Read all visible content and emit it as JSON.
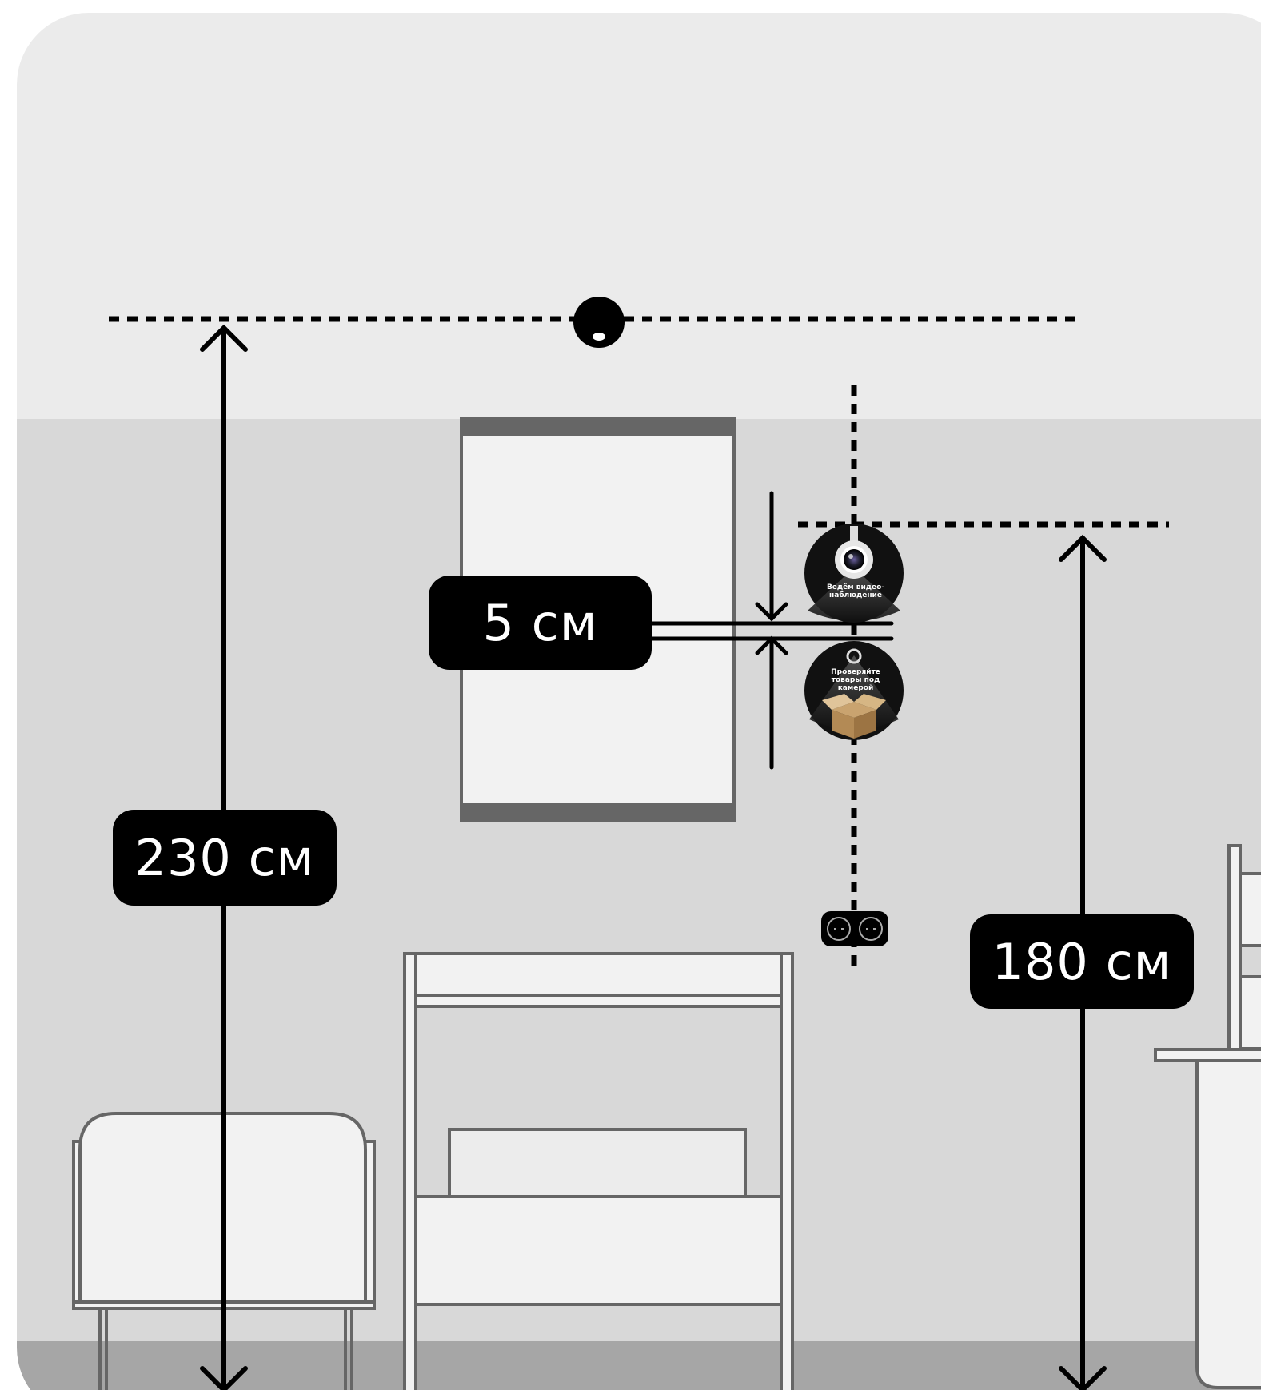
{
  "dimensions": {
    "ceiling_height": "230 см",
    "camera_height": "180 см",
    "sign_gap": "5 см"
  },
  "signs": {
    "video_surveillance": "Ведём видео- наблюдение",
    "check_goods": "Проверяйте товары под камерой"
  },
  "icons": {
    "ceiling_camera": "dome-camera-icon",
    "wall_camera": "camera-lens-icon",
    "box": "open-box-icon",
    "socket": "double-socket-icon"
  },
  "colors": {
    "upper_wall": "#ebebeb",
    "lower_wall": "#d8d8d8",
    "floor": "#a6a6a6",
    "furniture_fill": "#f2f2f2",
    "furniture_stroke": "#666666",
    "label_bg": "#000000",
    "label_text": "#ffffff"
  }
}
